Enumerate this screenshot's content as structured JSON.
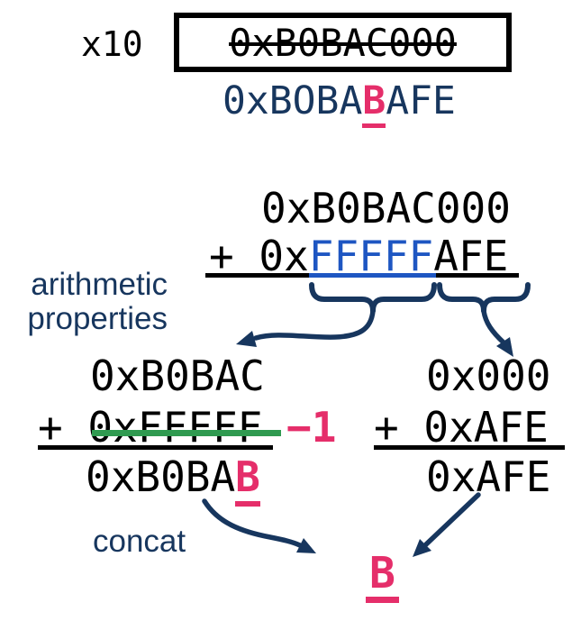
{
  "colors": {
    "navy": "#17365e",
    "pink": "#e52e6a",
    "blue": "#1e56c2",
    "green": "#2f9a50",
    "black": "#000000"
  },
  "register": {
    "name": "x10",
    "old_value": "0xB0BAC000",
    "new_value_prefix": "0xBOBA",
    "new_value_highlight": "B",
    "new_value_suffix": "AFE"
  },
  "main_sum": {
    "operand1": "0xB0BAC000",
    "operand2_prefix": "+ 0x",
    "operand2_blue": "FFFFF",
    "operand2_suffix": "AFE"
  },
  "labels": {
    "arithmetic_line1": "arithmetic",
    "arithmetic_line2": "properties",
    "concat": "concat",
    "minus_one": "−1"
  },
  "left_sum": {
    "operand1": "0xB0BAC",
    "operand2_line": "+ 0xFFFFF",
    "result_prefix": "0xB0BA",
    "result_highlight": "B"
  },
  "right_sum": {
    "operand1": "0x000",
    "operand2_line": "+ 0xAFE",
    "result": "0xAFE"
  },
  "final": {
    "digit": "B"
  }
}
